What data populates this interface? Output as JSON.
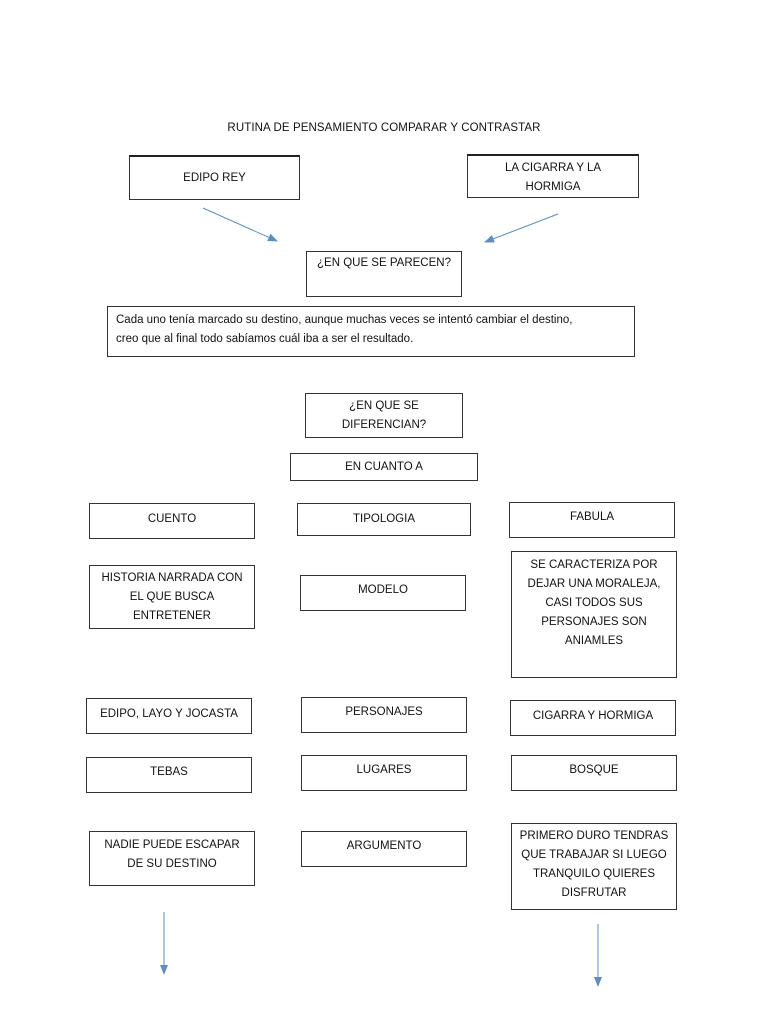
{
  "title": "RUTINA DE PENSAMIENTO COMPARAR Y CONTRASTAR",
  "top": {
    "left": "EDIPO REY",
    "right_line1": "LA CIGARRA Y LA",
    "right_line2": "HORMIGA"
  },
  "similar": {
    "question": "¿EN QUE SE PARECEN?",
    "answer_line1": "Cada uno tenía marcado su destino, aunque muchas veces se intentó cambiar el destino,",
    "answer_line2": "creo que al final todo sabíamos cuál iba a ser el resultado."
  },
  "differ": {
    "question_line1": "¿EN QUE SE",
    "question_line2": "DIFERENCIAN?",
    "en_cuanto": "EN CUANTO A"
  },
  "rows": {
    "tipologia": {
      "left": "CUENTO",
      "center": "TIPOLOGIA",
      "right": "FABULA"
    },
    "modelo": {
      "left_lines": [
        "HISTORIA NARRADA CON",
        "EL QUE BUSCA",
        "ENTRETENER"
      ],
      "center": "MODELO",
      "right_lines": [
        "SE CARACTERIZA POR",
        "DEJAR UNA MORALEJA,",
        "CASI TODOS SUS",
        "PERSONAJES SON",
        "ANIAMLES"
      ]
    },
    "personajes": {
      "left": "EDIPO, LAYO Y JOCASTA",
      "center": "PERSONAJES",
      "right": "CIGARRA Y HORMIGA"
    },
    "lugares": {
      "left": "TEBAS",
      "center": "LUGARES",
      "right": "BOSQUE"
    },
    "argumento": {
      "left_lines": [
        "NADIE PUEDE ESCAPAR",
        "DE SU DESTINO"
      ],
      "center": "ARGUMENTO",
      "right_lines": [
        "PRIMERO DURO TENDRAS",
        "QUE TRABAJAR SI LUEGO",
        "TRANQUILO QUIERES",
        "DISFRUTAR"
      ]
    }
  },
  "colors": {
    "arrow": "#5b8ec4",
    "border": "#333333"
  }
}
